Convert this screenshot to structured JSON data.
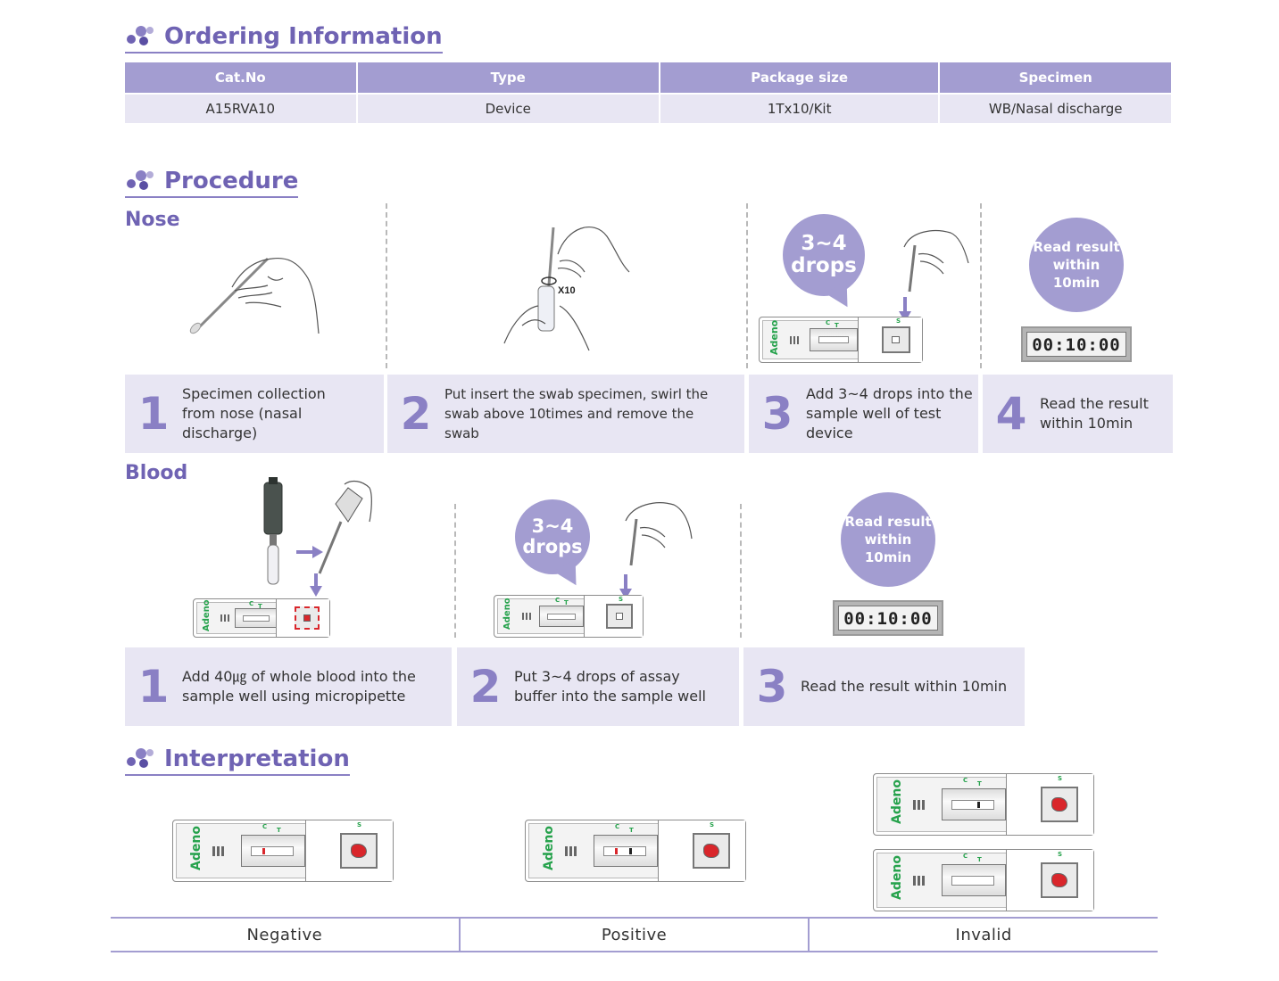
{
  "sections": {
    "ordering": "Ordering Information",
    "procedure": "Procedure",
    "interpretation": "Interpretation"
  },
  "ordering_table": {
    "headers": [
      "Cat.No",
      "Type",
      "Package size",
      "Specimen"
    ],
    "row": [
      "A15RVA10",
      "Device",
      "1Tx10/Kit",
      "WB/Nasal discharge"
    ]
  },
  "nose": {
    "title": "Nose",
    "steps": [
      {
        "num": "1",
        "text": "Specimen collection from nose (nasal discharge)"
      },
      {
        "num": "2",
        "text": "Put insert the swab specimen, swirl the swab above 10times and remove the swab"
      },
      {
        "num": "3",
        "text": "Add 3~4 drops into the sample well of test device"
      },
      {
        "num": "4",
        "text": "Read the result within 10min"
      }
    ],
    "swirl_label": "X10",
    "drops_bubble": [
      "3~4",
      "drops"
    ],
    "read_bubble": [
      "Read result",
      "within",
      "10min"
    ],
    "timer": "00:10:00"
  },
  "blood": {
    "title": "Blood",
    "steps": [
      {
        "num": "1",
        "text": "Add 40㎍ of whole blood into the sample well using micropipette"
      },
      {
        "num": "2",
        "text": "Put 3~4 drops of assay buffer into the sample well"
      },
      {
        "num": "3",
        "text": "Read the result within 10min"
      }
    ],
    "drops_bubble": [
      "3~4",
      "drops"
    ],
    "read_bubble": [
      "Read result",
      "within",
      "10min"
    ],
    "timer": "00:10:00"
  },
  "device": {
    "brand": "Adeno",
    "control_label": "C",
    "test_label": "T",
    "sample_label": "S"
  },
  "interpretation_results": [
    "Negative",
    "Positive",
    "Invalid"
  ],
  "colors": {
    "accent": "#6f63b3",
    "header_bg": "#a39dd1",
    "cell_bg": "#e8e6f3",
    "brand_green": "#26a24c",
    "control_line": "#d9262b",
    "test_line": "#222222"
  }
}
